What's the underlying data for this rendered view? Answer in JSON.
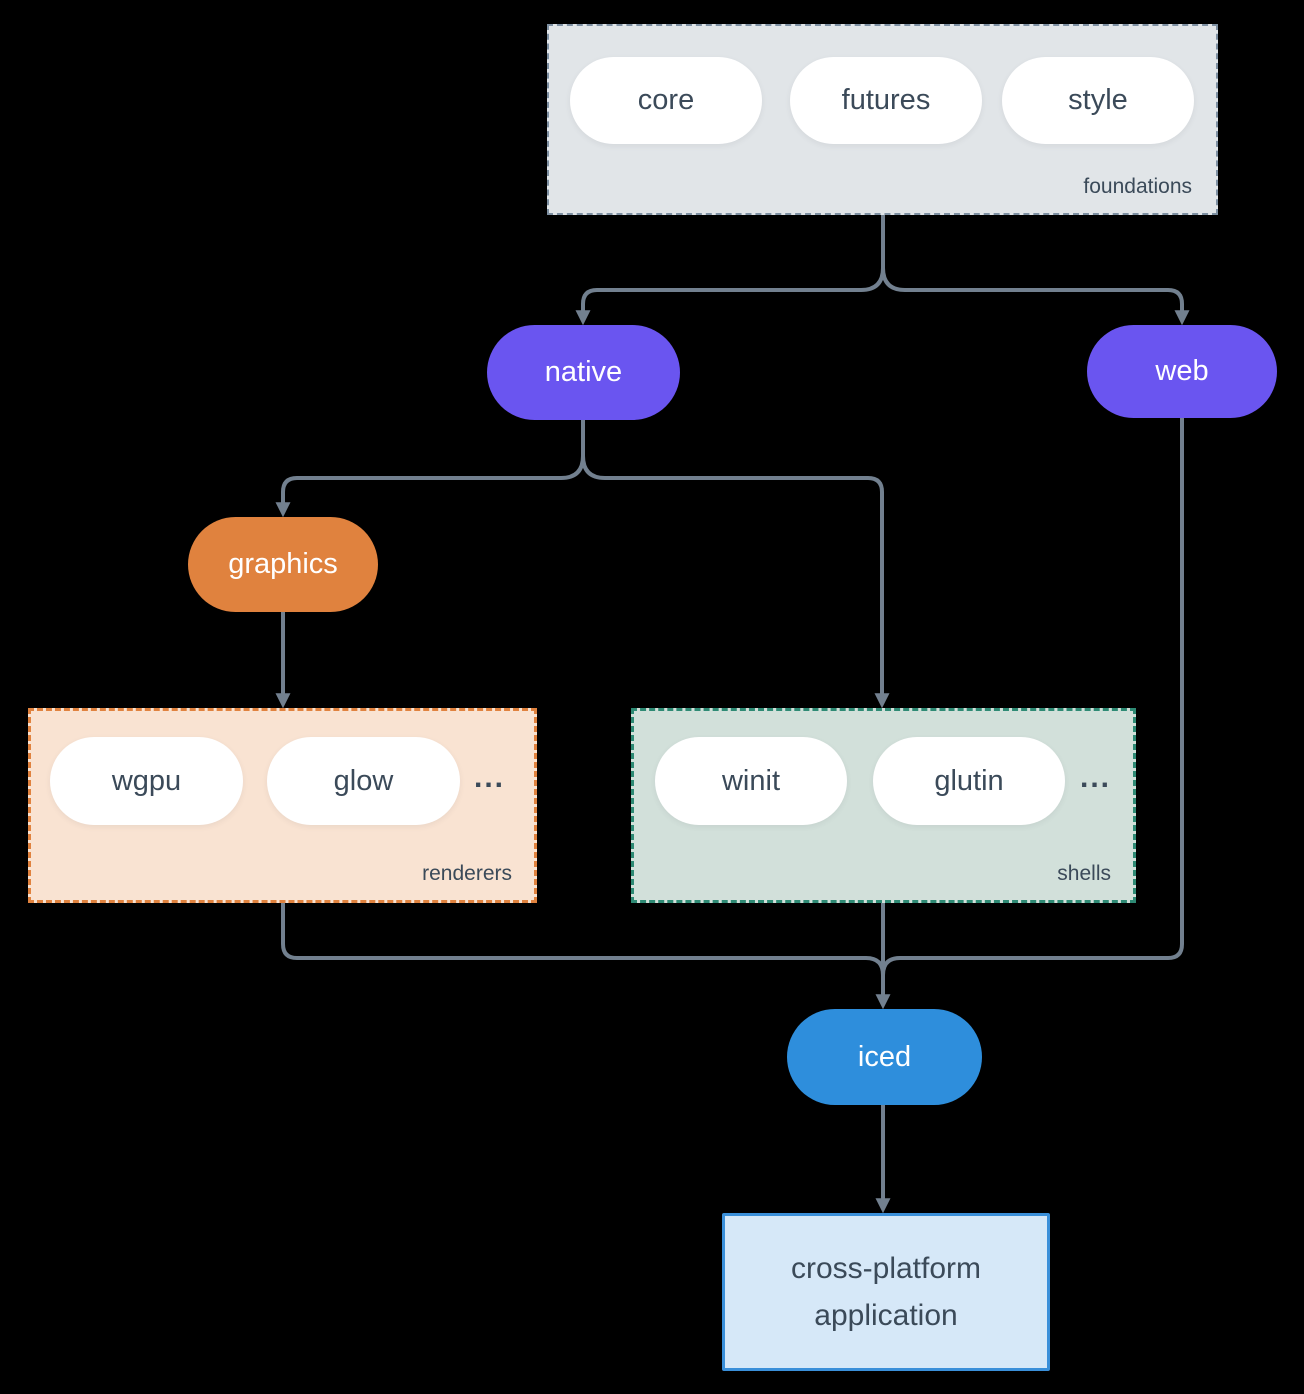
{
  "diagram": {
    "foundations": {
      "label": "foundations",
      "pills": [
        "core",
        "futures",
        "style"
      ]
    },
    "native": {
      "label": "native"
    },
    "web": {
      "label": "web"
    },
    "graphics": {
      "label": "graphics"
    },
    "renderers": {
      "label": "renderers",
      "pills": [
        "wgpu",
        "glow"
      ],
      "ellipsis": "..."
    },
    "shells": {
      "label": "shells",
      "pills": [
        "winit",
        "glutin"
      ],
      "ellipsis": "..."
    },
    "iced": {
      "label": "iced"
    },
    "application": {
      "line1": "cross-platform",
      "line2": "application"
    }
  },
  "colors": {
    "background": "#000000",
    "accent_purple": "#6a55f0",
    "accent_orange": "#e0823e",
    "accent_blue": "#2e8edc",
    "foundations_fill": "#e1e5e8",
    "foundations_border": "#7e90a2",
    "renderers_fill": "#f9e3d2",
    "renderers_border": "#e0823e",
    "shells_fill": "#d2e0da",
    "shells_border": "#2e8a74",
    "application_fill": "#d6e8f8",
    "application_border": "#3a8fd9",
    "connector": "#72808f",
    "text_dark": "#3b4a59",
    "pill_fill": "#ffffff"
  }
}
